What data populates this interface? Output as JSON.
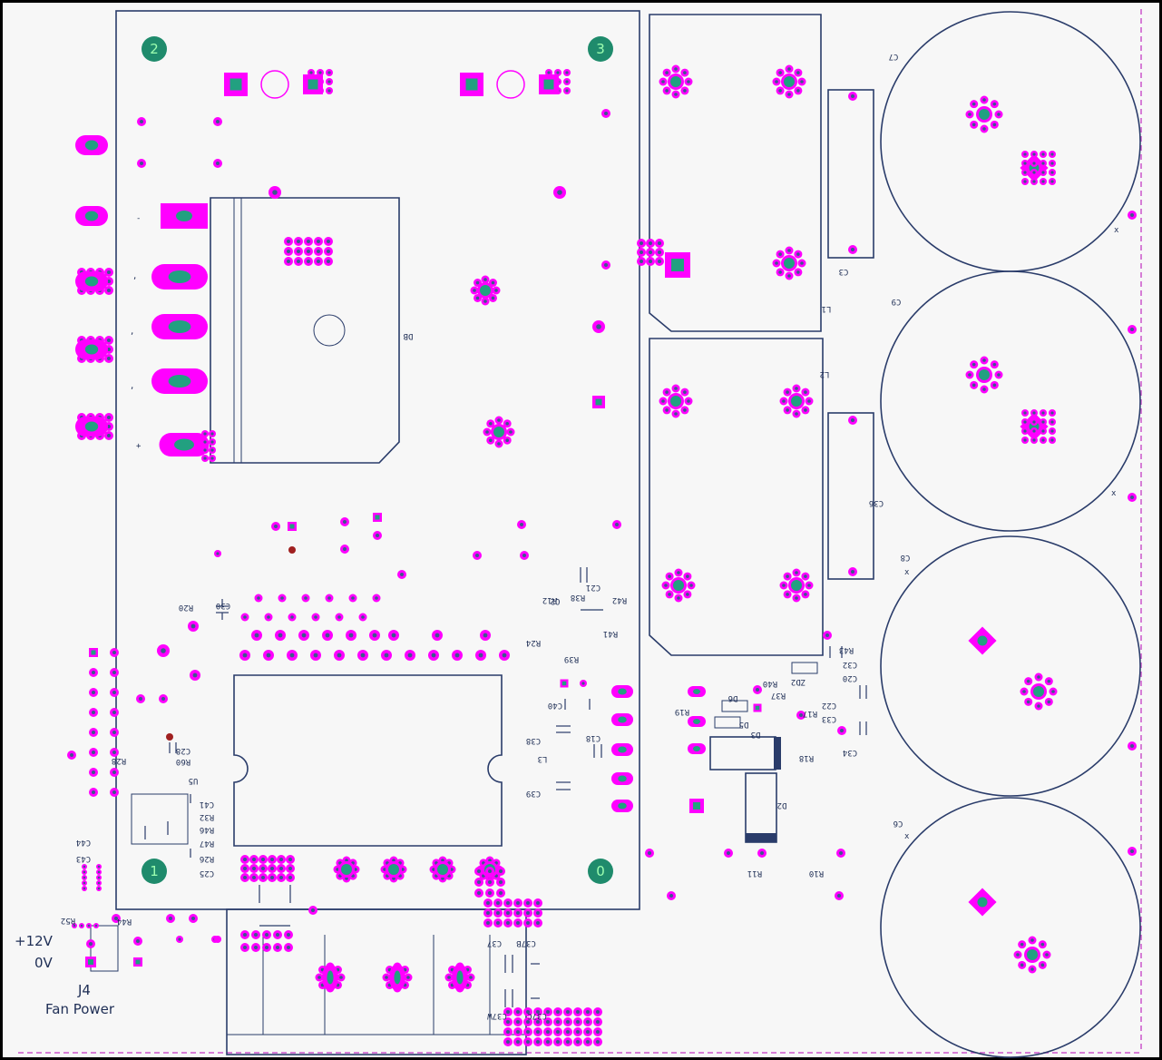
{
  "corner_labels": [
    "2",
    "3",
    "1",
    "0"
  ],
  "refdes": [
    "C7",
    "C9",
    "C8",
    "C6",
    "C3",
    "C36",
    "L1",
    "L2",
    "DB",
    "R20",
    "C30",
    "R12",
    "R38",
    "C21",
    "R42",
    "Q2",
    "R41",
    "R24",
    "R39",
    "C40",
    "C38",
    "C18",
    "L3",
    "C39",
    "R28",
    "R60",
    "C28",
    "U5",
    "C41",
    "R32",
    "R46",
    "R47",
    "R26",
    "C25",
    "C44",
    "C43",
    "R52",
    "R44",
    "R19",
    "D6",
    "D5",
    "D3",
    "D2",
    "R40",
    "ZD2",
    "R37",
    "R17",
    "R18",
    "C22",
    "C33",
    "C34",
    "R43",
    "C32",
    "C20",
    "R11",
    "R10",
    "C37",
    "C37B",
    "C37C",
    "C37W"
  ],
  "connector": {
    "label_12v": "+12V",
    "label_0v": "0V",
    "name": "J4",
    "desc": "Fan Power"
  },
  "colors": {
    "pad": "#ff00ff",
    "outline": "#2a3c6a",
    "fiducial": "#1f8b6c",
    "board_edge": "#cc55cc"
  }
}
